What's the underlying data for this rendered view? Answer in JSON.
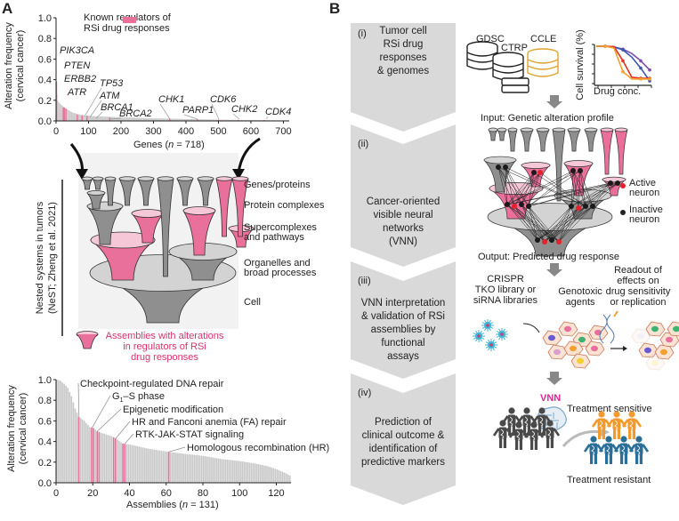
{
  "panels": {
    "a": {
      "label": "A"
    },
    "b": {
      "label": "B"
    }
  },
  "panel_a": {
    "top_chart": {
      "legend": "Known regulators of\nRSi drug responses",
      "legend_line1": "Known regulators of",
      "legend_line2": "RSi drug responses",
      "ylabel_line1": "Alteration frequency",
      "ylabel_line2": "(cervical cancer)",
      "xlabel_pre": "Genes (",
      "xlabel_n": "n",
      "xlabel_post": " = 718)"
    },
    "nest": {
      "side_label_line1": "Nested systems in tumors",
      "side_label_line2": "(NeST; Zheng et al. 2021)",
      "levels": [
        "Genes/proteins",
        "Protein complexes",
        "Supercomplexes\nand pathways",
        "Organelles and\nbroad processes",
        "Cell"
      ],
      "level_labels": {
        "genes": "Genes/proteins",
        "complexes": "Protein complexes",
        "super1": "Supercomplexes",
        "super2": "and pathways",
        "org1": "Organelles and",
        "org2": "broad processes",
        "cell": "Cell"
      },
      "legend_line1": "Assemblies with alterations",
      "legend_line2": "in regulators of RSi",
      "legend_line3": "drug responses"
    },
    "bottom_chart": {
      "ylabel_line1": "Alteration frequency",
      "ylabel_line2": "(cervical cancer)",
      "xlabel_pre": "Assemblies (",
      "xlabel_n": "n",
      "xlabel_post": " = 131)"
    }
  },
  "panel_b": {
    "steps": [
      {
        "num": "(i)",
        "text": [
          "Tumor cell",
          "RSi drug",
          "responses",
          "& genomes"
        ]
      },
      {
        "num": "(ii)",
        "text": [
          "Cancer-oriented",
          "visible neural",
          "networks",
          "(VNN)"
        ]
      },
      {
        "num": "(iii)",
        "text": [
          "VNN interpretation",
          "& validation of RSi",
          "assemblies by",
          "functional",
          "assays"
        ]
      },
      {
        "num": "(iv)",
        "text": [
          "Prediction of",
          "clinical outcome &",
          "identification of",
          "predictive markers"
        ]
      }
    ],
    "databases": [
      "GDSC",
      "CTRP",
      "CCLE"
    ],
    "survival_chart": {
      "ylabel": "Cell survival (%)",
      "xlabel": "Drug conc."
    },
    "input_label": "Input: Genetic alteration profile",
    "output_label": "Output: Predicted drug response",
    "neuron_legend": {
      "active_line1": "Active",
      "active_line2": "neuron",
      "inactive_line1": "Inactive",
      "inactive_line2": "neuron"
    },
    "assays": {
      "crispr_line1": "CRISPR",
      "crispr_line2": "TKO library or",
      "crispr_line3": "siRNA libraries",
      "genotoxic_line1": "Genotoxic",
      "genotoxic_line2": "agents",
      "readout_line1": "Readout of",
      "readout_line2": "effects on",
      "readout_line3": "drug sensitivity",
      "readout_line4": "or replication"
    },
    "clinical": {
      "vnn_label": "VNN",
      "sensitive": "Treatment sensitive",
      "resistant": "Treatment resistant"
    }
  },
  "colors": {
    "pink": "#e8709a",
    "pink_light": "#f6c8d7",
    "pink_text": "#d6336c",
    "gray_bar": "#c8c8c8",
    "gray_dark": "#8f8f8f",
    "step_fill": "#d9d9d9",
    "orange": "#f29a2e",
    "blue": "#2a6f97",
    "active_neuron": "#e8202a",
    "vnn_magenta": "#e0259a"
  },
  "chart_data": [
    {
      "type": "bar",
      "title": "",
      "xlabel": "Genes (n = 718)",
      "ylabel": "Alteration frequency (cervical cancer)",
      "xlim": [
        0,
        718
      ],
      "ylim": [
        0,
        1.0
      ],
      "xticks": [
        0,
        100,
        200,
        300,
        400,
        500,
        600,
        700
      ],
      "yticks": [
        0.0,
        0.2,
        0.4,
        0.6,
        0.8,
        1.0
      ],
      "legend": [
        "Known regulators of RSi drug responses"
      ],
      "legend_position": "top-right",
      "profile_points": [
        [
          0,
          0.38
        ],
        [
          3,
          0.2
        ],
        [
          10,
          0.17
        ],
        [
          25,
          0.13
        ],
        [
          50,
          0.08
        ],
        [
          80,
          0.055
        ],
        [
          120,
          0.045
        ],
        [
          200,
          0.035
        ],
        [
          300,
          0.025
        ],
        [
          400,
          0.018
        ],
        [
          500,
          0.012
        ],
        [
          600,
          0.008
        ],
        [
          718,
          0.005
        ]
      ],
      "highlighted_genes": [
        {
          "gene": "PIK3CA",
          "rank": 1,
          "value": 0.38
        },
        {
          "gene": "PTEN",
          "rank": 22,
          "value": 0.13
        },
        {
          "gene": "ERBB2",
          "rank": 25,
          "value": 0.13
        },
        {
          "gene": "ATR",
          "rank": 30,
          "value": 0.12
        },
        {
          "gene": "TP53",
          "rank": 65,
          "value": 0.06
        },
        {
          "gene": "ATM",
          "rank": 80,
          "value": 0.055
        },
        {
          "gene": "BRCA1",
          "rank": 95,
          "value": 0.05
        },
        {
          "gene": "BRCA2",
          "rank": 165,
          "value": 0.035
        },
        {
          "gene": "CHK1",
          "rank": 350,
          "value": 0.02
        },
        {
          "gene": "PARP1",
          "rank": 435,
          "value": 0.015
        },
        {
          "gene": "CDK6",
          "rank": 500,
          "value": 0.012
        },
        {
          "gene": "CHK2",
          "rank": 560,
          "value": 0.01
        },
        {
          "gene": "CDK4",
          "rank": 640,
          "value": 0.008
        }
      ]
    },
    {
      "type": "bar",
      "title": "",
      "xlabel": "Assemblies (n = 131)",
      "ylabel": "Alteration frequency (cervical cancer)",
      "xlim": [
        0,
        128
      ],
      "ylim": [
        0,
        1.0
      ],
      "xticks": [
        0,
        20,
        40,
        60,
        80,
        100,
        120
      ],
      "yticks": [
        0.0,
        0.2,
        0.4,
        0.6,
        0.8,
        1.0
      ],
      "profile_points": [
        [
          0,
          1.0
        ],
        [
          2,
          0.99
        ],
        [
          4,
          0.96
        ],
        [
          6,
          0.92
        ],
        [
          8,
          0.84
        ],
        [
          10,
          0.72
        ],
        [
          12,
          0.64
        ],
        [
          15,
          0.6
        ],
        [
          18,
          0.54
        ],
        [
          20,
          0.53
        ],
        [
          22,
          0.5
        ],
        [
          25,
          0.48
        ],
        [
          30,
          0.45
        ],
        [
          33,
          0.42
        ],
        [
          36,
          0.38
        ],
        [
          40,
          0.37
        ],
        [
          50,
          0.33
        ],
        [
          61,
          0.3
        ],
        [
          70,
          0.28
        ],
        [
          80,
          0.26
        ],
        [
          90,
          0.23
        ],
        [
          100,
          0.21
        ],
        [
          110,
          0.18
        ],
        [
          115,
          0.16
        ],
        [
          120,
          0.13
        ],
        [
          125,
          0.09
        ],
        [
          128,
          0.06
        ]
      ],
      "highlighted_assemblies": [
        {
          "name": "Checkpoint-regulated DNA repair",
          "rank": 12,
          "value": 0.64
        },
        {
          "name": "G1–S phase",
          "rank": 19,
          "value": 0.53
        },
        {
          "name": "Epigenetic modification",
          "rank": 22,
          "value": 0.5
        },
        {
          "name": "HR and Fanconi anemia (FA) repair",
          "rank": 32,
          "value": 0.43
        },
        {
          "name": "RTK-JAK-STAT signaling",
          "rank": 37,
          "value": 0.38
        },
        {
          "name": "Homologous recombination (HR)",
          "rank": 61,
          "value": 0.3
        }
      ],
      "extra_highlight_ranks": [
        20,
        23,
        31,
        36
      ]
    },
    {
      "type": "line",
      "title": "",
      "xlabel": "Drug conc.",
      "ylabel": "Cell survival (%)",
      "series": [
        {
          "name": "purple",
          "color": "#7b4fb0",
          "x": [
            0,
            1,
            2,
            3,
            4,
            5,
            6
          ],
          "values": [
            1.0,
            1.0,
            0.98,
            0.92,
            0.8,
            0.6,
            0.35
          ]
        },
        {
          "name": "blue",
          "color": "#3a55b0",
          "x": [
            0,
            1,
            2,
            3,
            4,
            5,
            6
          ],
          "values": [
            1.0,
            1.0,
            0.98,
            0.9,
            0.7,
            0.4,
            0.05
          ]
        },
        {
          "name": "red",
          "color": "#e03020",
          "x": [
            0,
            1,
            2,
            3,
            4,
            5,
            6
          ],
          "values": [
            1.0,
            1.0,
            0.99,
            0.6,
            0.15,
            0.12,
            0.12
          ]
        },
        {
          "name": "orange",
          "color": "#f2a030",
          "x": [
            0,
            1,
            2,
            3,
            4,
            5,
            6
          ],
          "values": [
            1.0,
            1.0,
            0.95,
            0.3,
            0.1,
            0.1,
            0.1
          ]
        }
      ]
    }
  ]
}
